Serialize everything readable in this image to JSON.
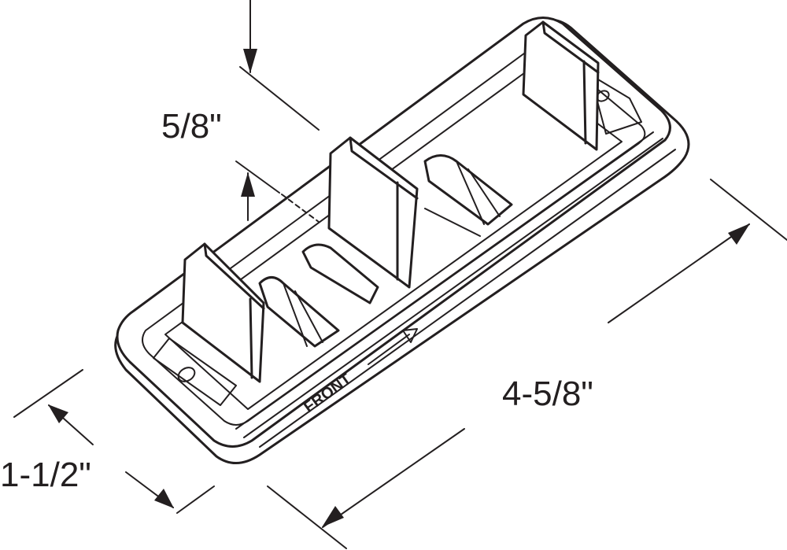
{
  "dimensions": {
    "height": "5/8\"",
    "width": "1-1/2\"",
    "length": "4-5/8\""
  },
  "part_label": "FRONT",
  "colors": {
    "line": "#231f20",
    "background": "#ffffff"
  }
}
